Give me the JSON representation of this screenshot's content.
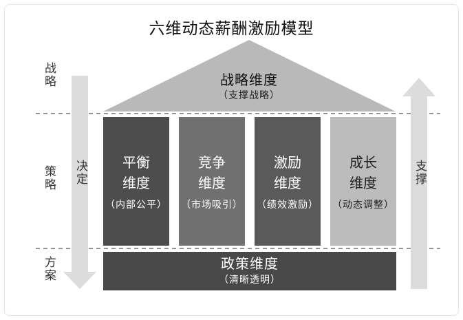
{
  "title": "六维动态薪酬激励模型",
  "left_labels": [
    "战略",
    "策略",
    "方案"
  ],
  "left_arrow_label": "决定",
  "right_arrow_label": "支撑",
  "roof": {
    "label": "战略维度",
    "sub": "（支撑战略）"
  },
  "pillars": [
    {
      "line1": "平衡",
      "line2": "维度",
      "sub": "（内部公平）",
      "color": "#4d4d4d"
    },
    {
      "line1": "竞争",
      "line2": "维度",
      "sub": "（市场吸引）",
      "color": "#707070"
    },
    {
      "line1": "激励",
      "line2": "维度",
      "sub": "（绩效激励）",
      "color": "#5a5a5a"
    },
    {
      "line1": "成长",
      "line2": "维度",
      "sub": "（动态调整）",
      "color": "#bcbcbc"
    }
  ],
  "base": {
    "label": "政策维度",
    "sub": "（清晰透明）",
    "color": "#484848"
  },
  "colors": {
    "roof": "#b9b9b9",
    "arrow": "#dcdcdc",
    "dashed": "#555555"
  }
}
